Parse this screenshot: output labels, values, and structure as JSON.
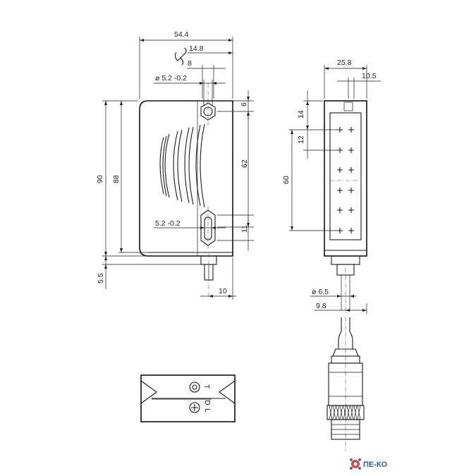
{
  "dimensions": {
    "width_total": "54.4",
    "wrench_offset": "14.8",
    "wrench_size": "8",
    "hole_diameter": "ø 5.2 -0.2",
    "hole_top_offset": "6",
    "hole_spacing": "62",
    "height_total": "90",
    "height_body": "88",
    "slot_width": "5.2 -0.2",
    "slot_offset": "11",
    "bottom_offset": "5.5",
    "connector_offset": "10",
    "side_width": "25.8",
    "side_offset": "10.5",
    "side_top": "14",
    "side_pitch": "12",
    "side_span": "60",
    "cable_diameter": "ø 6.5",
    "connector_diameter": "9.8"
  },
  "bottom_view": {
    "labels": [
      "L",
      "D"
    ],
    "marks": [
      "T"
    ]
  },
  "logo": {
    "text": "ПЕ-КО"
  }
}
